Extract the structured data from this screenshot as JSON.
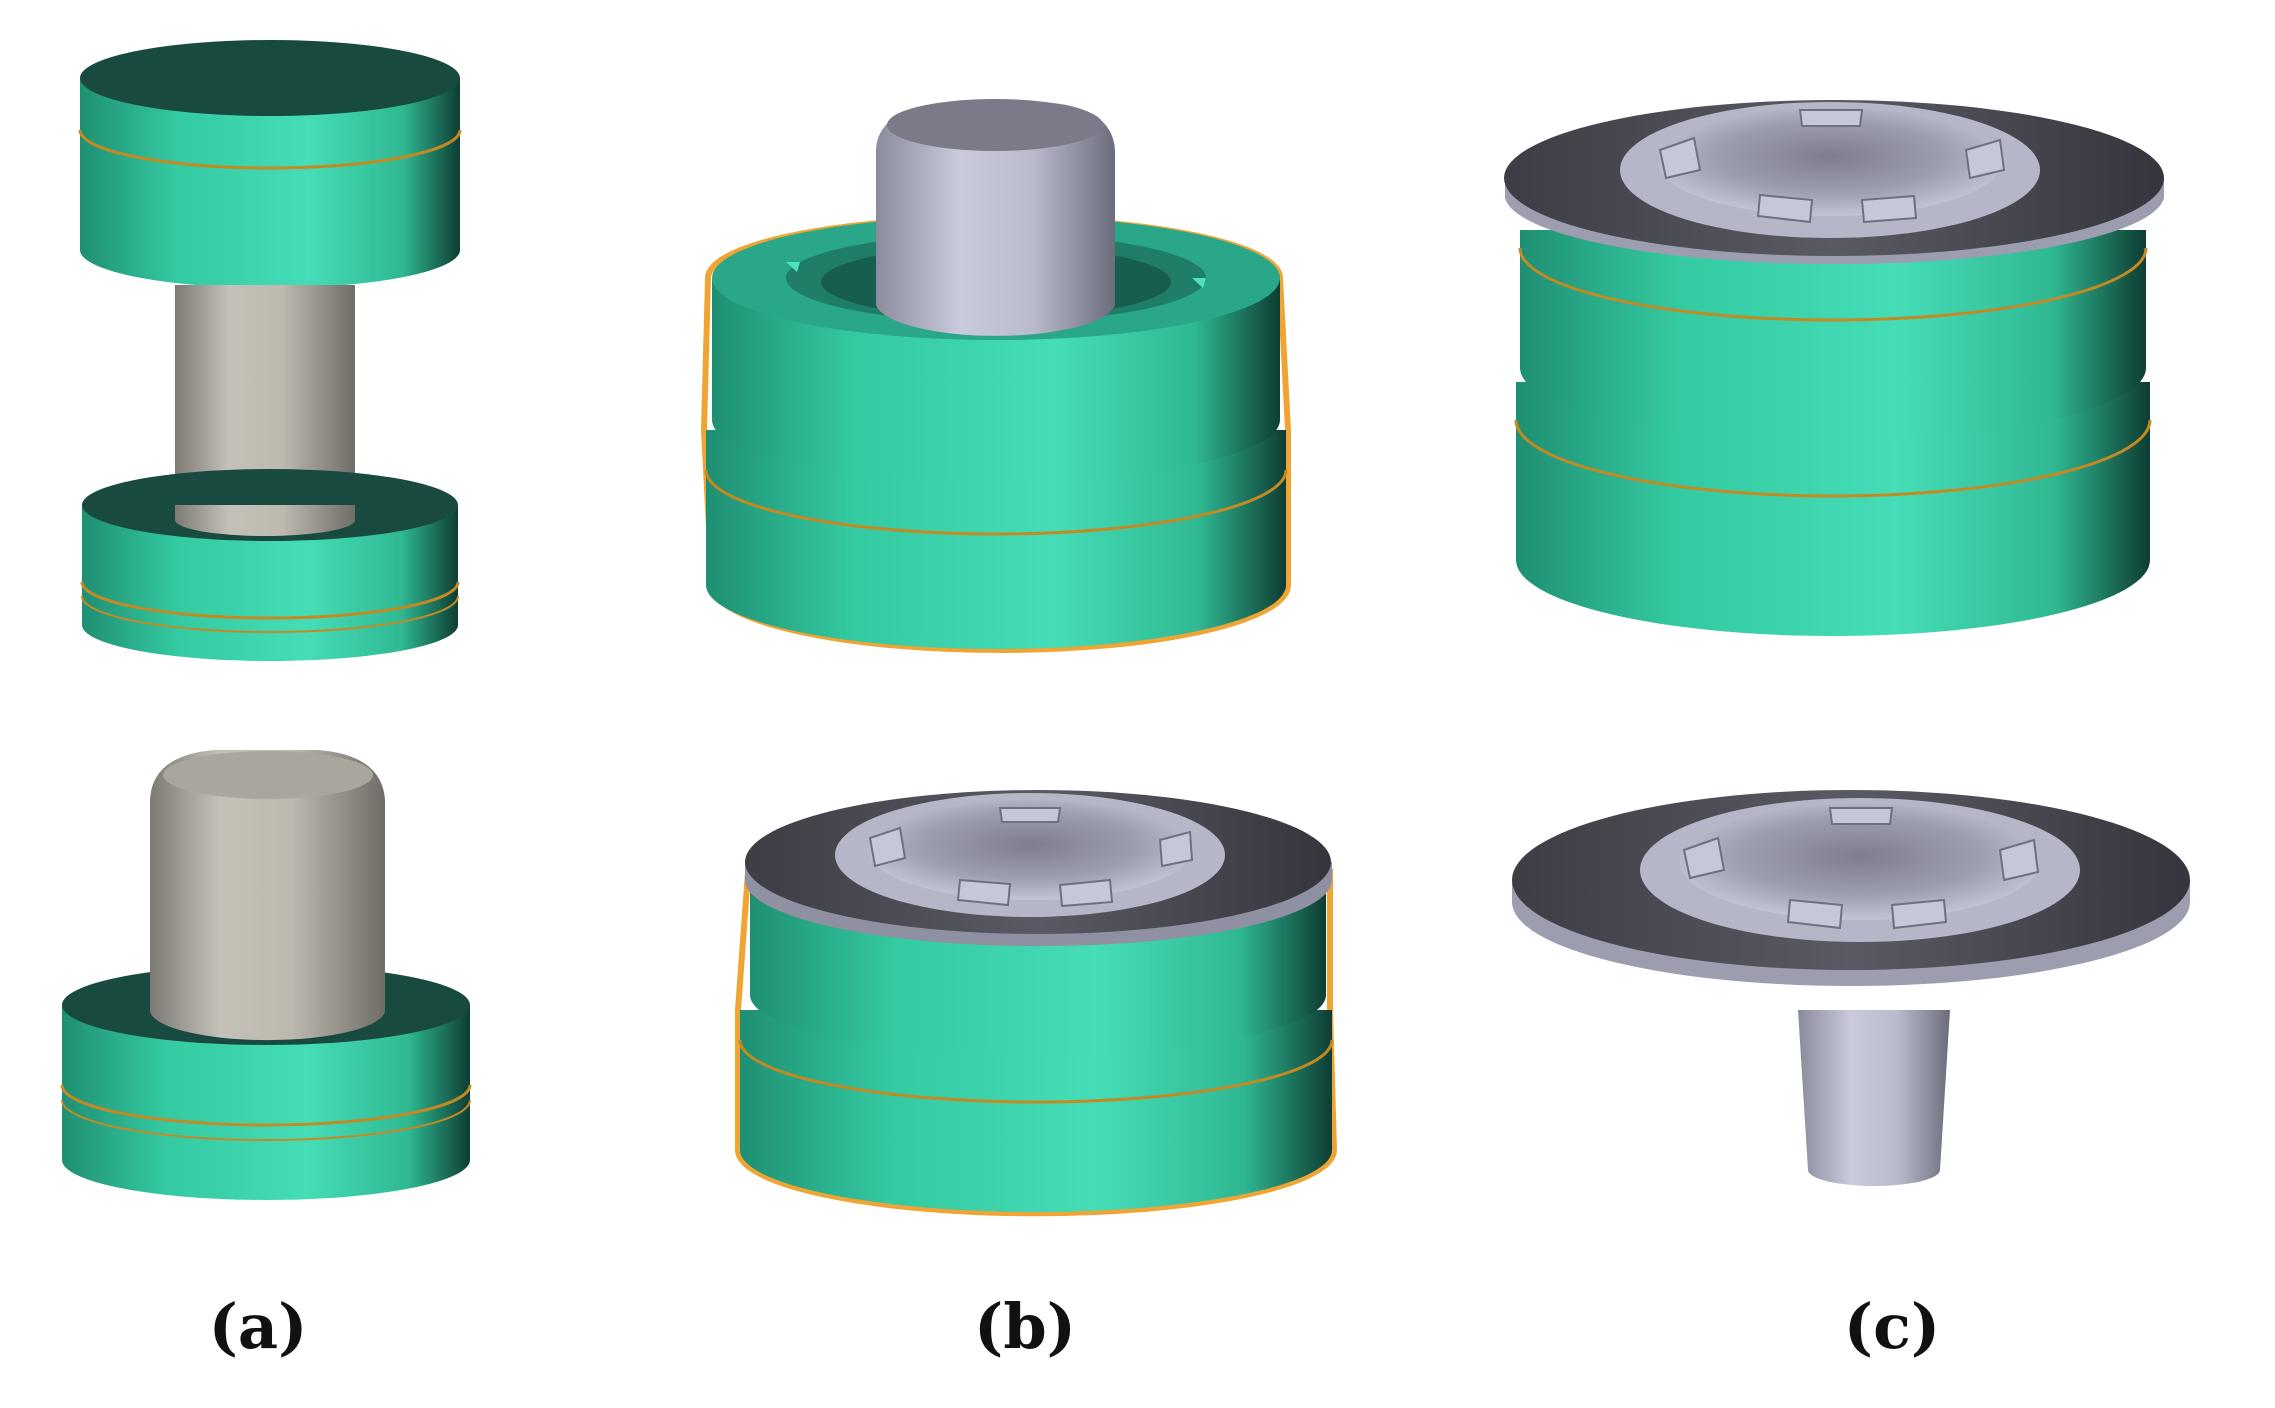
{
  "figure": {
    "panels": [
      {
        "id": "a",
        "label": "(a)"
      },
      {
        "id": "b",
        "label": "(b)"
      },
      {
        "id": "c",
        "label": "(c)"
      }
    ]
  },
  "colors": {
    "die_teal": "#3fd3ad",
    "die_top_dark": "#184a40",
    "billet_gray": "#b5b1a9",
    "punch_lavender": "#bfc0d2",
    "part_dark": "#4b4b55",
    "split_line_orange": "#c38a24"
  }
}
